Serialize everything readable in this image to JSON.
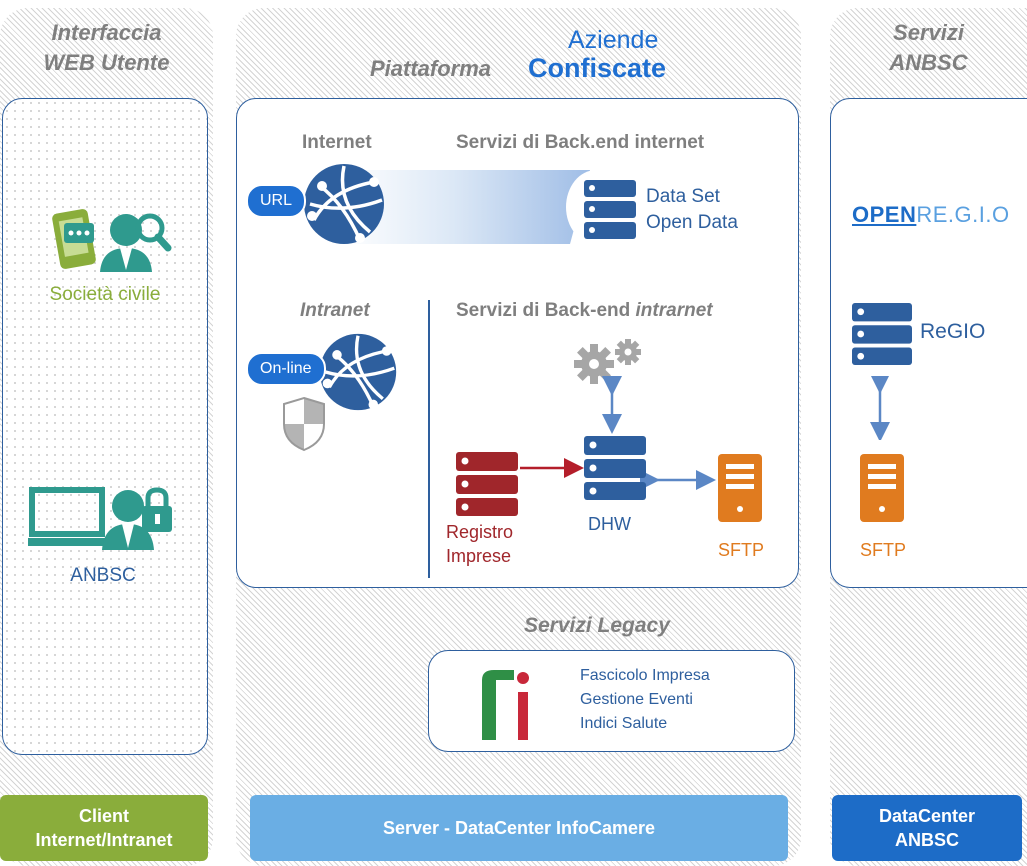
{
  "columns": {
    "left_title": [
      "Interfaccia",
      "WEB Utente"
    ],
    "center_title_small": "Piattaforma",
    "center_title_brand_top": "Aziende",
    "center_title_brand_bottom": "Confiscate",
    "right_title": [
      "Servizi",
      "ANBSC"
    ]
  },
  "left": {
    "user1_label": "Società civile",
    "user2_label": "ANBSC"
  },
  "center": {
    "internet_head": "Internet",
    "backend_internet_head": "Servizi di Back.end internet",
    "url_pill": "URL",
    "dataset_line1": "Data Set",
    "dataset_line2": "Open Data",
    "intranet_head": "Intranet",
    "backend_intranet_head_a": "Servizi di Back-end ",
    "backend_intranet_head_b": "intrarnet",
    "online_pill": "On-line",
    "registro_line1": "Registro",
    "registro_line2": "Imprese",
    "dhw_label": "DHW",
    "sftp_label": "SFTP",
    "legacy_head": "Servizi Legacy",
    "legacy_items": [
      "Fascicolo Impresa",
      "Gestione Eventi",
      "Indici Salute"
    ]
  },
  "right": {
    "openregio_bold": "OPEN",
    "openregio_light": "RE.G.I.O",
    "regio_label": "ReGIO",
    "sftp_label": "SFTP"
  },
  "footers": {
    "client": [
      "Client",
      "Internet/Intranet"
    ],
    "server": "Server - DataCenter InfoCamere",
    "datacenter": [
      "DataCenter",
      "ANBSC"
    ]
  },
  "colors": {
    "navy": "#2e5f9e",
    "accent_blue": "#1f6fd1",
    "green": "#8aad3b",
    "teal": "#2f9a8e",
    "red": "#a0262b",
    "orange": "#e07b1f",
    "server_footer": "#6aaee4",
    "datacenter_footer": "#1d6cc7"
  },
  "icons": [
    "mobile-chat-icon",
    "user-search-icon",
    "monitor-icon",
    "user-lock-icon",
    "globe-network-icon",
    "server-icon",
    "gear-icon",
    "shield-icon",
    "ri-logo-icon"
  ]
}
